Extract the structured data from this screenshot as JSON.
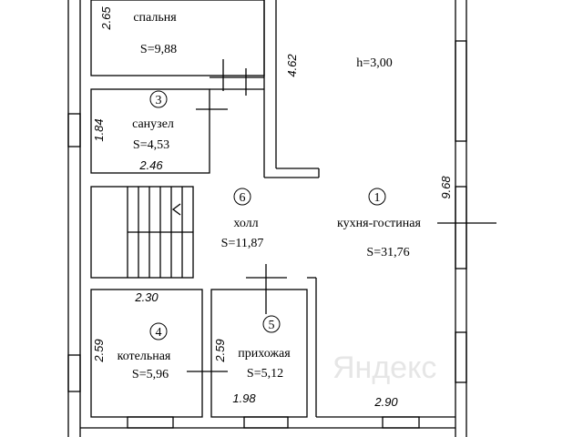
{
  "ceiling": "h=3,00",
  "rooms": [
    {
      "number": "",
      "name": "спальня",
      "area": "S=9,88"
    },
    {
      "number": "3",
      "name": "санузел",
      "area": "S=4,53"
    },
    {
      "number": "6",
      "name": "холл",
      "area": "S=11,87"
    },
    {
      "number": "1",
      "name": "кухня-гостиная",
      "area": "S=31,76"
    },
    {
      "number": "4",
      "name": "котельная",
      "area": "S=5,96"
    },
    {
      "number": "5",
      "name": "прихожая",
      "area": "S=5,12"
    }
  ],
  "dimensions": {
    "d265": "2.65",
    "d462": "4.62",
    "d184": "1.84",
    "d246": "2.46",
    "d968": "9.68",
    "d230": "2.30",
    "d259a": "2.59",
    "d259b": "2.59",
    "d198": "1.98",
    "d290": "2.90"
  },
  "watermark": "Яндекс"
}
